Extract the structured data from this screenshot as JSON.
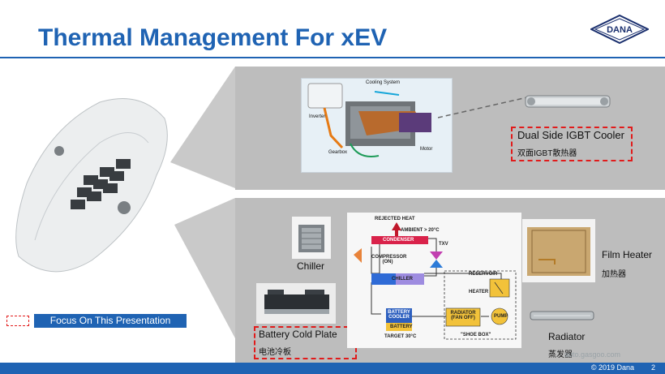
{
  "header": {
    "title": "Thermal Management For xEV",
    "logo_text": "DANA"
  },
  "top_panel": {
    "labels": {
      "cooling_system": "Cooling System",
      "inverter": "Inverter",
      "gearbox": "Gearbox",
      "motor": "Motor"
    },
    "callout_en": "Dual Side IGBT Cooler",
    "callout_cn": "双面IGBT散热器"
  },
  "bottom_panel": {
    "chiller": "Chiller",
    "battery_cold_plate": "Battery Cold Plate",
    "battery_cold_plate_cn": "电池冷板",
    "film_heater": "Film Heater",
    "film_heater_cn": "加热器",
    "radiator": "Radiator",
    "radiator_cn": "蒸发器",
    "schematic": {
      "rejected_heat": "REJECTED HEAT",
      "ambient": "AMBIENT > 20°C",
      "condenser": "CONDENSER",
      "txv": "TXV",
      "compressor": "COMPRESSOR (ON)",
      "chiller": "CHILLER",
      "reservoir": "RESERVOIR",
      "heater": "HEATER",
      "battery_cooler": "BATTERY COOLER",
      "battery": "BATTERY",
      "target": "TARGET 30°C",
      "radiator_fan": "RADIATOR (FAN OFF)",
      "pump": "PUMP",
      "shoe_box": "\"SHOE BOX\""
    }
  },
  "legend": {
    "focus": "Focus On This Presentation"
  },
  "watermark": {
    "site": "auto.gasgoo.com"
  },
  "footer": {
    "copyright": "© 2019 Dana",
    "page": "2"
  },
  "colors": {
    "brand_blue": "#1f63b3",
    "panel_grey": "#bdbdbd",
    "callout_red": "#e11b1b"
  }
}
